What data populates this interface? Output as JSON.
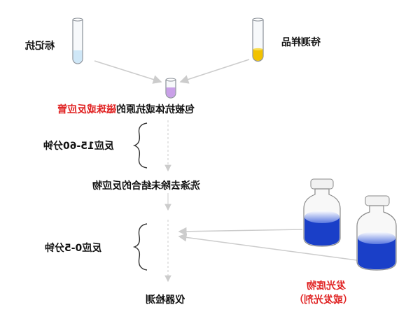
{
  "labels": {
    "labeled_antibody": "标记抗",
    "sample": "待测样品",
    "coated_prefix": "包被抗体或抗原的",
    "coated_red": "磁珠或反应管",
    "react1": "反应15-60分钟",
    "wash": "洗涤去除未结合的反应物",
    "react2": "反应0-5分钟",
    "instrument": "仪器检测",
    "substrate_line1": "发光底物",
    "substrate_line2": "（或发光剂）"
  },
  "colors": {
    "accent_red": "#e02020",
    "labeled_liquid": "#cfe7f7",
    "sample_liquid": "#f2c200",
    "coated_liquid": "#c9a0e8",
    "bottle_blue": "#1a3fc8"
  }
}
